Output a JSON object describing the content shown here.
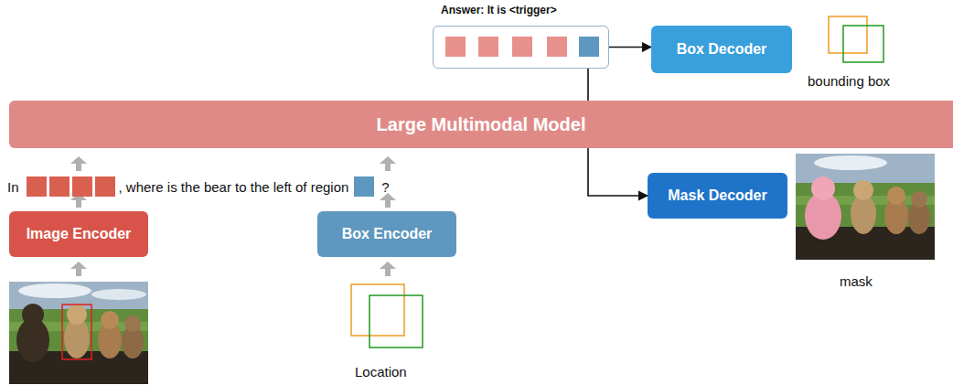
{
  "diagram": {
    "nodes": [
      {
        "text": [
          "Answer: It is <trigger>"
        ]
      },
      {
        "text": [
          "Box Decoder"
        ]
      },
      {
        "text": [
          "Large Multimodal Model"
        ]
      },
      {
        "text": [
          "Mask Decoder"
        ]
      },
      {
        "text": [
          "Image Encoder"
        ]
      },
      {
        "text": [
          "Box Encoder"
        ]
      }
    ],
    "edges": [
      {
        "from": 0,
        "to": 1,
        "arrow": "to"
      },
      {
        "from": 0,
        "to": 3,
        "arrow": "to"
      }
    ],
    "labels": [
      "bounding box",
      "In",
      ", where is the bear to the left of region",
      "?",
      "mask",
      "Location"
    ]
  }
}
